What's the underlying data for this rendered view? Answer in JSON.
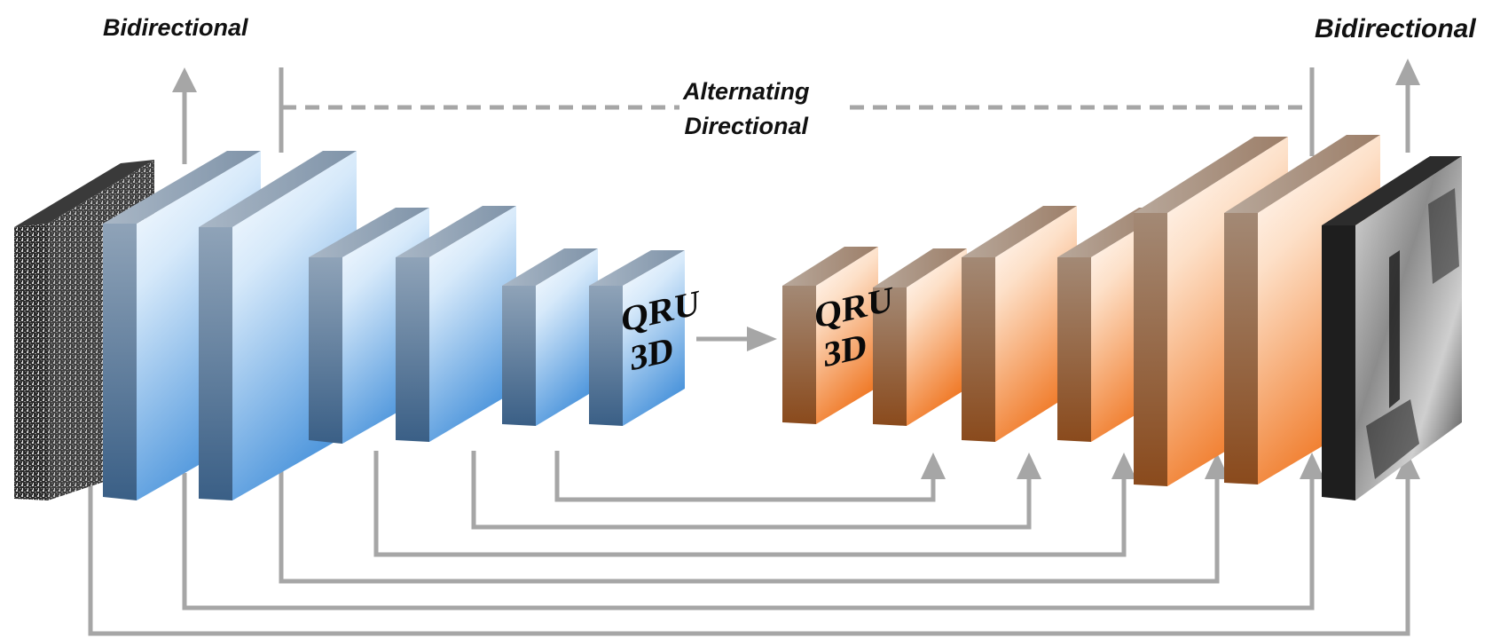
{
  "labels": {
    "top_left": "Bidirectional",
    "top_right": "Bidirectional",
    "middle_line1": "Alternating",
    "middle_line2": "Directional"
  },
  "blocks": {
    "encoder_last_line1": "QRU",
    "encoder_last_line2": "3D",
    "decoder_first_line1": "QRU",
    "decoder_first_line2": "3D"
  },
  "colors": {
    "arrow_gray": "#a6a6a6",
    "encoder_blue": "#5aa0e0",
    "decoder_orange": "#f28a3c"
  },
  "images": {
    "input": "noisy-grayscale-image",
    "output": "clean-grayscale-image"
  }
}
